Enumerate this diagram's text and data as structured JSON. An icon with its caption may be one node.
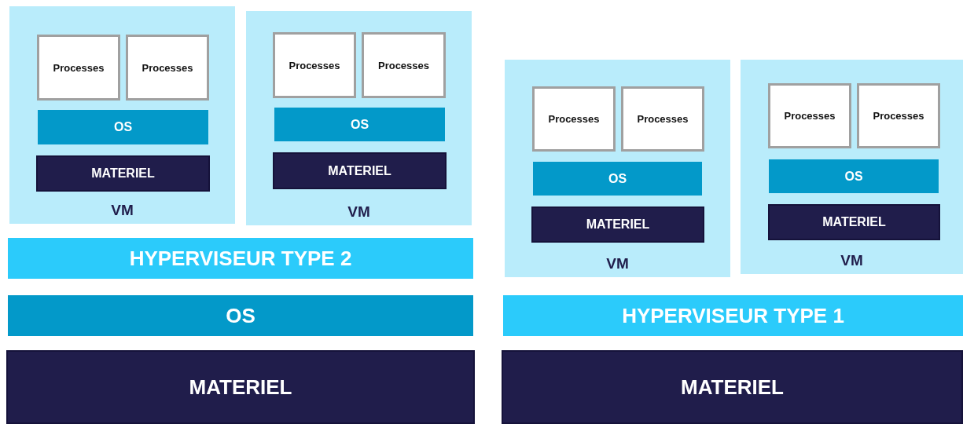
{
  "diagram": {
    "nodes": [
      {
        "text": [
          "VM"
        ]
      },
      {
        "text": [
          "Processes"
        ],
        "in": 0
      },
      {
        "text": [
          "Processes"
        ],
        "in": 0
      },
      {
        "text": [
          "OS"
        ],
        "in": 0
      },
      {
        "text": [
          "MATERIEL"
        ],
        "in": 0
      },
      {
        "text": [
          "VM"
        ]
      },
      {
        "text": [
          "Processes"
        ],
        "in": 5
      },
      {
        "text": [
          "Processes"
        ],
        "in": 5
      },
      {
        "text": [
          "OS"
        ],
        "in": 5
      },
      {
        "text": [
          "MATERIEL"
        ],
        "in": 5
      },
      {
        "text": [
          "VM"
        ]
      },
      {
        "text": [
          "Processes"
        ],
        "in": 10
      },
      {
        "text": [
          "Processes"
        ],
        "in": 10
      },
      {
        "text": [
          "OS"
        ],
        "in": 10
      },
      {
        "text": [
          "MATERIEL"
        ],
        "in": 10
      },
      {
        "text": [
          "VM"
        ]
      },
      {
        "text": [
          "Processes"
        ],
        "in": 15
      },
      {
        "text": [
          "Processes"
        ],
        "in": 15
      },
      {
        "text": [
          "OS"
        ],
        "in": 15
      },
      {
        "text": [
          "MATERIEL"
        ],
        "in": 15
      },
      {
        "text": [
          "HYPERVISEUR TYPE 2"
        ]
      },
      {
        "text": [
          "OS"
        ]
      },
      {
        "text": [
          "MATERIEL"
        ]
      },
      {
        "text": [
          "HYPERVISEUR TYPE 1"
        ]
      },
      {
        "text": [
          "MATERIEL"
        ]
      }
    ]
  }
}
